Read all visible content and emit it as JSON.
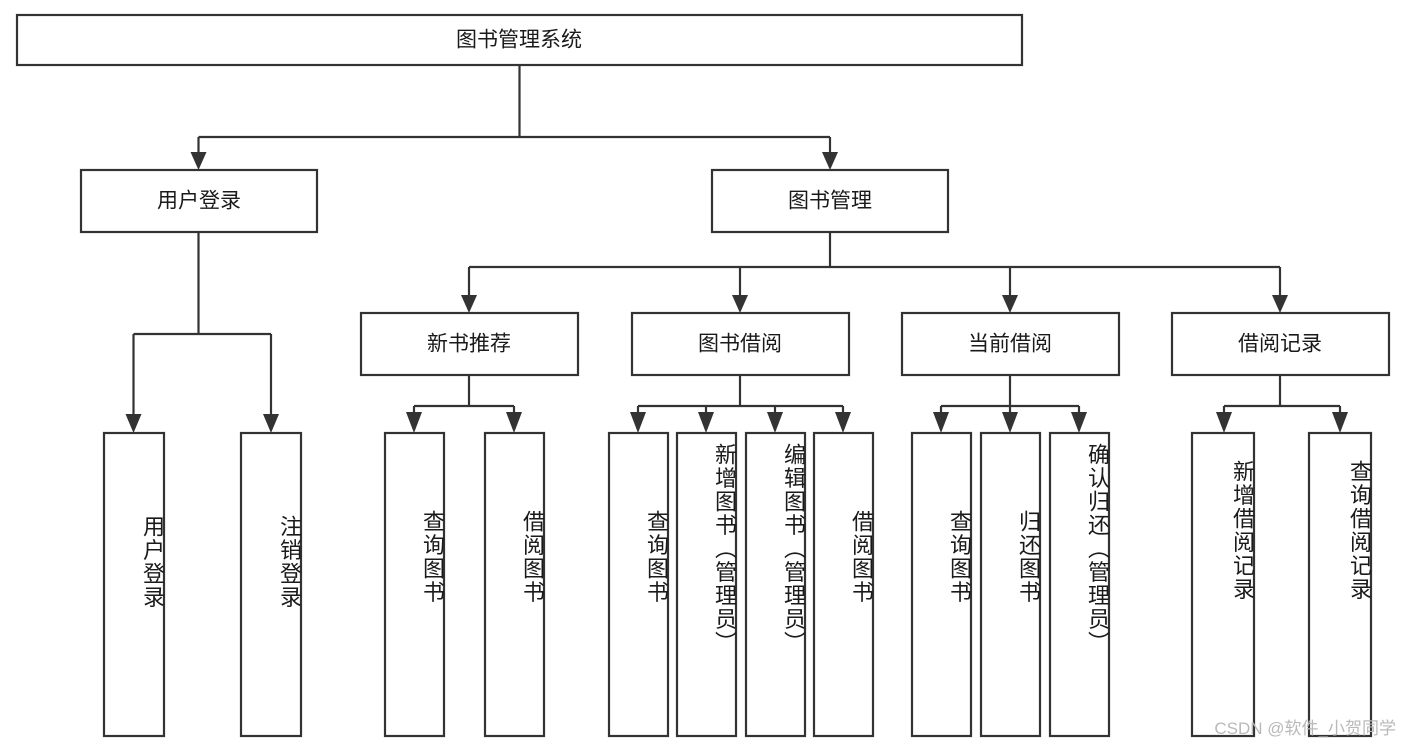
{
  "diagram": {
    "title": "图书管理系统",
    "type": "tree",
    "orientation": "top-down",
    "colors": {
      "box_fill": "#ffffff",
      "box_stroke": "#333333",
      "text": "#1a1a1a",
      "background": "#ffffff",
      "watermark": "#b9b9b9"
    },
    "root": {
      "id": "root",
      "label": "图书管理系统",
      "orientation": "horizontal"
    },
    "level2": [
      {
        "id": "user-login",
        "label": "用户登录",
        "orientation": "horizontal"
      },
      {
        "id": "book-management",
        "label": "图书管理",
        "orientation": "horizontal"
      }
    ],
    "level3": [
      {
        "id": "new-book-recommend",
        "label": "新书推荐",
        "parent": "book-management",
        "orientation": "horizontal"
      },
      {
        "id": "book-borrow",
        "label": "图书借阅",
        "parent": "book-management",
        "orientation": "horizontal"
      },
      {
        "id": "current-borrow",
        "label": "当前借阅",
        "parent": "book-management",
        "orientation": "horizontal"
      },
      {
        "id": "borrow-record",
        "label": "借阅记录",
        "parent": "book-management",
        "orientation": "horizontal"
      }
    ],
    "leaves": [
      {
        "id": "leaf-user-login",
        "label": "用户登录",
        "parent": "user-login",
        "orientation": "vertical"
      },
      {
        "id": "leaf-logout-login",
        "label": "注销登录",
        "parent": "user-login",
        "orientation": "vertical"
      },
      {
        "id": "leaf-query-book-1",
        "label": "查询图书",
        "parent": "new-book-recommend",
        "orientation": "vertical"
      },
      {
        "id": "leaf-borrow-book-1",
        "label": "借阅图书",
        "parent": "new-book-recommend",
        "orientation": "vertical"
      },
      {
        "id": "leaf-query-book-2",
        "label": "查询图书",
        "parent": "book-borrow",
        "orientation": "vertical"
      },
      {
        "id": "leaf-add-book",
        "label": "新增图书（管理员）",
        "parent": "book-borrow",
        "orientation": "vertical"
      },
      {
        "id": "leaf-edit-book",
        "label": "编辑图书（管理员）",
        "parent": "book-borrow",
        "orientation": "vertical"
      },
      {
        "id": "leaf-borrow-book-2",
        "label": "借阅图书",
        "parent": "book-borrow",
        "orientation": "vertical"
      },
      {
        "id": "leaf-query-book-3",
        "label": "查询图书",
        "parent": "current-borrow",
        "orientation": "vertical"
      },
      {
        "id": "leaf-return-book",
        "label": "归还图书",
        "parent": "current-borrow",
        "orientation": "vertical"
      },
      {
        "id": "leaf-confirm-return",
        "label": "确认归还（管理员）",
        "parent": "current-borrow",
        "orientation": "vertical"
      },
      {
        "id": "leaf-add-record",
        "label": "新增借阅记录",
        "parent": "borrow-record",
        "orientation": "vertical"
      },
      {
        "id": "leaf-query-record",
        "label": "查询借阅记录",
        "parent": "borrow-record",
        "orientation": "vertical"
      }
    ],
    "watermark": "CSDN @软件_小贺同学"
  }
}
